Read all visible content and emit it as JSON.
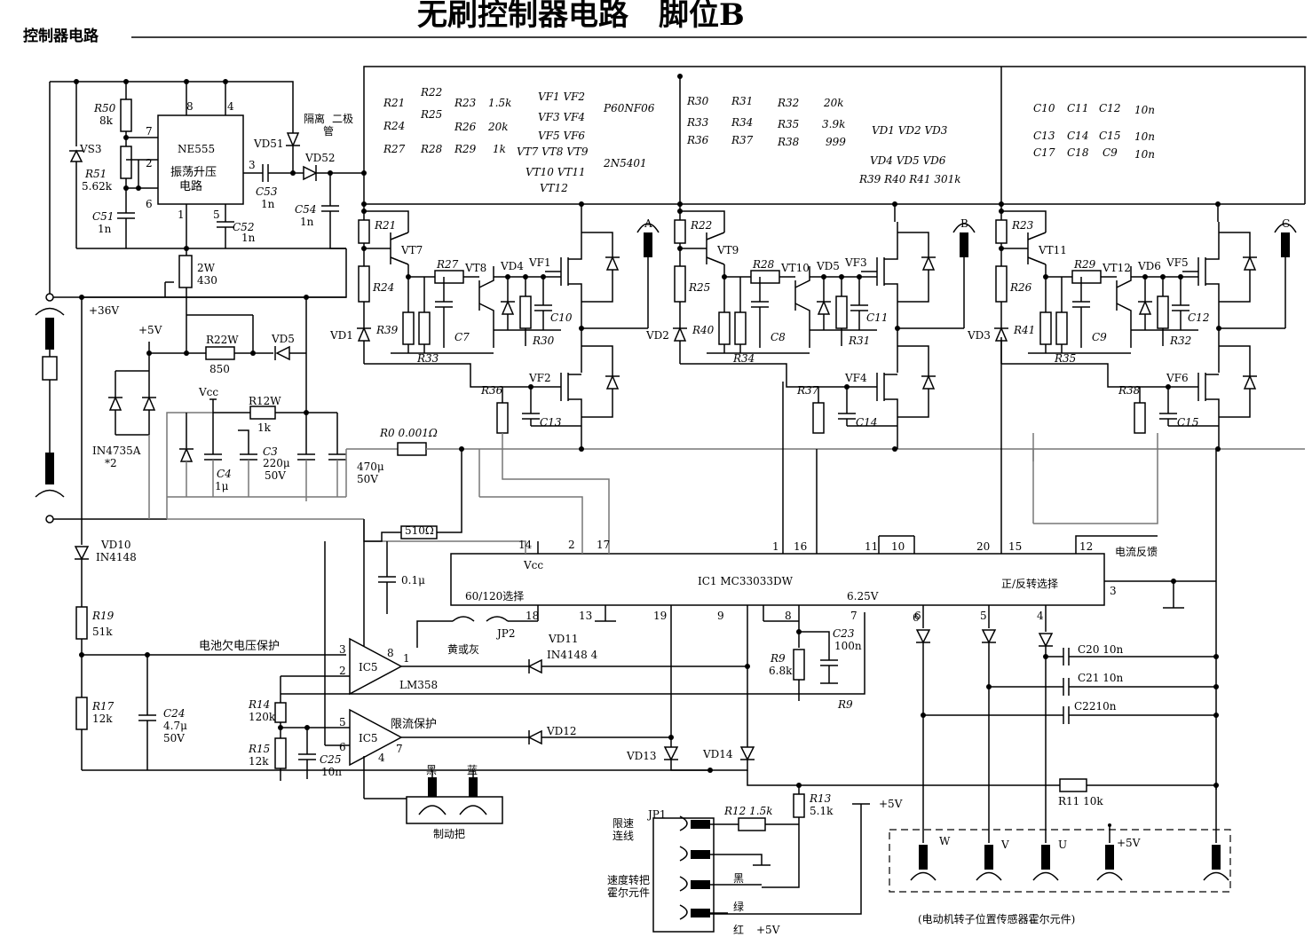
{
  "header": {
    "title": "无刷控制器电路　脚位B",
    "section": "控制器电路"
  },
  "nets": {
    "v36": "+36V",
    "v5": "+5V",
    "vcc": "Vcc",
    "v625": "6.25V"
  },
  "parts_legend": {
    "line1": [
      "R21",
      "R22",
      "R23",
      "1.5k"
    ],
    "line2": [
      "R24",
      "R25",
      "R26",
      "20k"
    ],
    "line3": [
      "R27",
      "R28",
      "R29",
      "1k"
    ],
    "fet1": "VF1  VF2",
    "fet2": "VF3  VF4",
    "fet3": "VF5  VF6",
    "fet_model": "P60NF06",
    "bjt1": "VT7  VT8  VT9",
    "bjt2": "VT10  VT11",
    "bjt3": "VT12",
    "bjt_model": "2N5401",
    "r2_line1": [
      "R30",
      "R31",
      "R32",
      "20k"
    ],
    "r2_line2": [
      "R33",
      "R34",
      "R35",
      "3.9k"
    ],
    "r2_line3": [
      "R36",
      "R37",
      "R38",
      "999"
    ],
    "vd_line1": "VD1   VD2   VD3",
    "vd_line2": "VD4   VD5   VD6",
    "vd_line3": "R39   R40   R41   301k",
    "c_line1": [
      "C10",
      "C11",
      "C12",
      "10n"
    ],
    "c_line2": [
      "C13",
      "C14",
      "C15",
      "10n"
    ],
    "c_line3": [
      "C17",
      "C18",
      "C9",
      "10n"
    ]
  },
  "booster": {
    "chip": "NE555",
    "chip_desc1": "振荡升压",
    "chip_desc2": "电路",
    "r50": "R50",
    "r50v": "8k",
    "r51": "R51",
    "r51v": "5.62k",
    "vs3": "VS3",
    "c51": "C51",
    "c51v": "1n",
    "c52": "C52",
    "c52v": "1n",
    "c53": "C53",
    "c53v": "1n",
    "c54": "C54",
    "c54v": "1n",
    "vd51": "VD51",
    "vd52": "VD52",
    "iso1": "隔离",
    "iso2": "二极",
    "iso3": "管",
    "r2w": "2W",
    "r2wv": "430",
    "pins": [
      "8",
      "4",
      "7",
      "2",
      "6",
      "1",
      "5",
      "3"
    ]
  },
  "power": {
    "r22w": "R22W",
    "r22wv": "850",
    "vd5": "VD5",
    "r12w": "R12W",
    "r12wv": "1k",
    "zener": "IN4735A",
    "zener_n": "*2",
    "c3": "C3",
    "c3v": "220μ",
    "c3vv": "50V",
    "c4": "C4",
    "c4v": "1μ",
    "c470": "470μ",
    "c470v": "50V",
    "r0": "R0  0.001Ω"
  },
  "bridge": {
    "phases": [
      "A",
      "B",
      "C"
    ],
    "a": {
      "vt": "VT7",
      "vt2": "VT8",
      "vd4": "VD4",
      "vf1": "VF1",
      "vf2": "VF2",
      "r21": "R21",
      "r24": "R24",
      "r27": "R27",
      "r39": "R39",
      "r33": "R33",
      "r30": "R30",
      "r36": "R36",
      "c7": "C7",
      "c10": "C10",
      "c13": "C13",
      "vd1": "VD1"
    },
    "b": {
      "vt": "VT9",
      "vt2": "VT10",
      "vd5": "VD5",
      "vf3": "VF3",
      "vf4": "VF4",
      "r22": "R22",
      "r25": "R25",
      "r28": "R28",
      "r40": "R40",
      "r34": "R34",
      "r31": "R31",
      "r37": "R37",
      "c8": "C8",
      "c11": "C11",
      "c14": "C14",
      "vd2": "VD2"
    },
    "c": {
      "vt": "VT11",
      "vt2": "VT12",
      "vd6": "VD6",
      "vf5": "VF5",
      "vf6": "VF6",
      "r23": "R23",
      "r26": "R26",
      "r29": "R29",
      "r41": "R41",
      "r35": "R35",
      "r32": "R32",
      "r38": "R38",
      "c9": "C9",
      "c12": "C12",
      "c15": "C15",
      "vd3": "VD3"
    }
  },
  "controller": {
    "ic": "IC1 MC33033DW",
    "pin_select": "60/120选择",
    "pin_dir": "正/反转选择",
    "current_fb": "电流反馈",
    "pins_top": [
      "14",
      "2",
      "17",
      "1",
      "16",
      "11",
      "10",
      "20",
      "15",
      "12"
    ],
    "pins_bottom": [
      "18",
      "13",
      "19",
      "9",
      "8",
      "7",
      "6",
      "5",
      "4",
      "3"
    ],
    "r510": "510Ω",
    "c01": "0.1μ",
    "jp2": "JP2",
    "jp2_desc": "黄或灰",
    "r9": "R9",
    "r9v": "6.8k",
    "r9b": "R9",
    "c23": "C23",
    "c23v": "100n",
    "c20": "C20 10n",
    "c21": "C21 10n",
    "c22": "C2210n",
    "r11": "R11  10k"
  },
  "protect": {
    "vd10": "VD10",
    "vd10v": "IN4148",
    "r19": "R19",
    "r19v": "51k",
    "r17": "R17",
    "r17v": "12k",
    "c24": "C24",
    "c24v": "4.7μ",
    "c24vv": "50V",
    "under_v": "电池欠电压保护",
    "limit": "限流保护",
    "ic5": "IC5",
    "lm358": "LM358",
    "vd11": "VD11",
    "vd11v": "IN4148  4",
    "vd12": "VD12",
    "vd13": "VD13",
    "vd14": "VD14",
    "r14": "R14",
    "r14v": "120k",
    "r15": "R15",
    "r15v": "12k",
    "c25": "C25",
    "c25v": "10n",
    "r13": "R13",
    "r13v": "5.1k",
    "r12": "R12  1.5k",
    "opamp_pins": [
      "3",
      "2",
      "8",
      "1",
      "5",
      "6",
      "4",
      "7"
    ]
  },
  "connectors": {
    "brake": "制动把",
    "black": "黑",
    "blue": "蓝",
    "speed_limit1": "限速",
    "speed_limit2": "连线",
    "jp1": "JP1",
    "throttle1": "速度转把",
    "throttle2": "霍尔元件",
    "wire_black": "黑",
    "wire_green": "绿",
    "wire_red": "红",
    "wire_red_v": "+5V",
    "hall_w": "W",
    "hall_v": "V",
    "hall_u": "U",
    "hall_5v": "+5V",
    "hall_desc": "(电动机转子位置传感器霍尔元件)"
  }
}
